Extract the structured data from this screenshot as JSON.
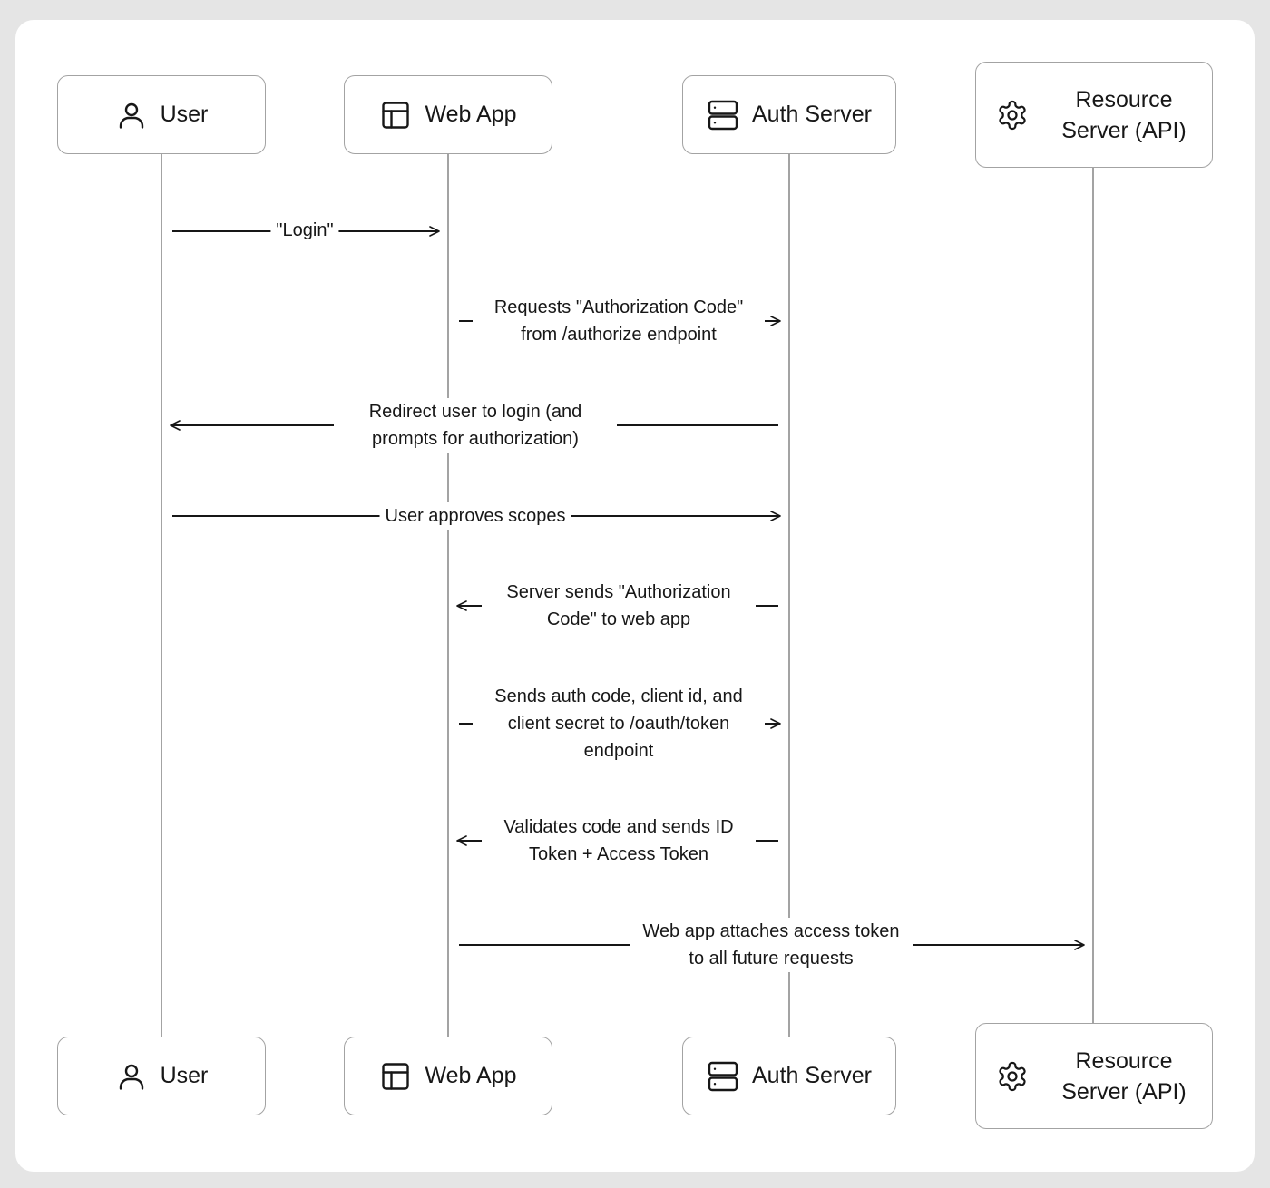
{
  "participants": [
    {
      "id": "user",
      "label": "User",
      "icon": "user-icon"
    },
    {
      "id": "web",
      "label": "Web App",
      "icon": "layout-icon"
    },
    {
      "id": "auth",
      "label": "Auth Server",
      "icon": "server-icon"
    },
    {
      "id": "resource",
      "label": "Resource Server (API)",
      "icon": "gear-icon"
    }
  ],
  "messages": [
    {
      "from": "user",
      "to": "web",
      "text": "\"Login\""
    },
    {
      "from": "web",
      "to": "auth",
      "text": "Requests \"Authorization Code\" from /authorize endpoint"
    },
    {
      "from": "auth",
      "to": "user",
      "text": "Redirect user to login (and prompts for authorization)"
    },
    {
      "from": "user",
      "to": "auth",
      "text": "User approves scopes"
    },
    {
      "from": "auth",
      "to": "web",
      "text": "Server sends \"Authorization Code\" to web app"
    },
    {
      "from": "web",
      "to": "auth",
      "text": "Sends auth code, client id, and client secret to /oauth/token endpoint"
    },
    {
      "from": "auth",
      "to": "web",
      "text": "Validates code and sends ID Token + Access Token"
    },
    {
      "from": "web",
      "to": "resource",
      "text": "Web app attaches access token to all future requests"
    }
  ],
  "colors": {
    "lifeline": "#a3a3a3",
    "arrow": "#171717",
    "box_border": "#a3a3a3",
    "text": "#171717"
  }
}
